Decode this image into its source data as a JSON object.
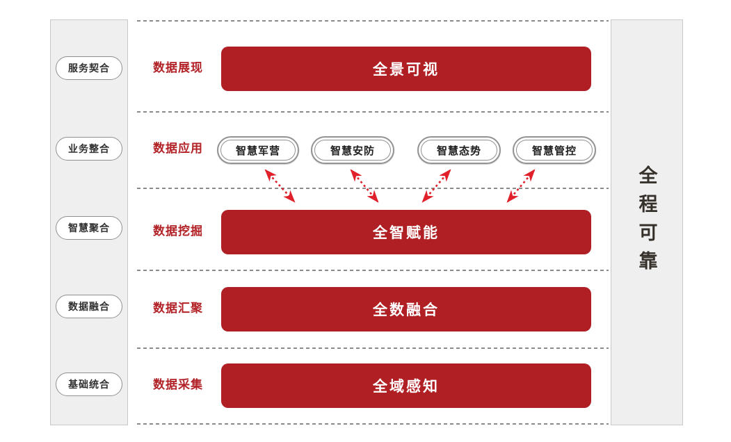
{
  "left_panel": {
    "items": [
      "服务契合",
      "业务整合",
      "智慧聚合",
      "数据融合",
      "基础统合"
    ]
  },
  "right_panel": {
    "label": "全程可靠"
  },
  "rows": [
    {
      "label": "数据展现",
      "banner": "全景可视"
    },
    {
      "label": "数据应用"
    },
    {
      "label": "数据挖掘",
      "banner": "全智赋能"
    },
    {
      "label": "数据汇聚",
      "banner": "全数融合"
    },
    {
      "label": "数据采集",
      "banner": "全域感知"
    }
  ],
  "apps": [
    "智慧军营",
    "智慧安防",
    "智慧态势",
    "智慧管控"
  ],
  "connections": [
    {
      "from": "智慧军营",
      "to": "全智赋能",
      "bidirectional": true
    },
    {
      "from": "智慧安防",
      "to": "全智赋能",
      "bidirectional": true
    },
    {
      "from": "智慧态势",
      "to": "全智赋能",
      "bidirectional": true
    },
    {
      "from": "智慧管控",
      "to": "全智赋能",
      "bidirectional": true
    }
  ],
  "colors": {
    "banner_red": "#b01f24",
    "label_red": "#b22227",
    "arrow_red": "#e0202a",
    "panel_gray": "#efefef",
    "panel_border": "#c9c9c9",
    "dot_line_gray": "#8a8a8a"
  }
}
